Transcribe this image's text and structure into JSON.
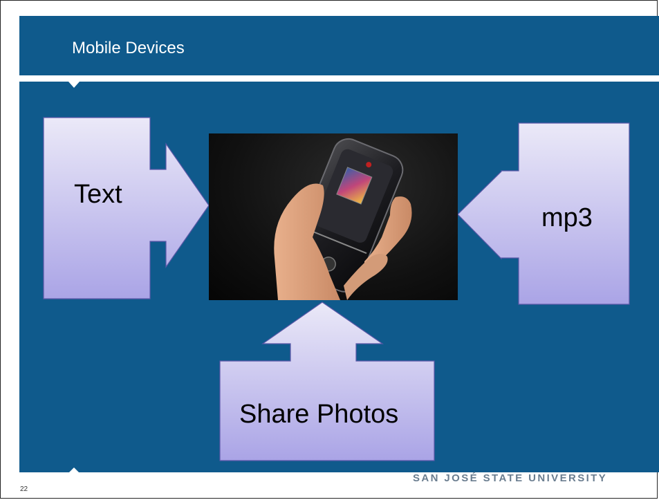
{
  "slide": {
    "title": "Mobile Devices",
    "number": "22",
    "footer_logo": "SAN JOSÉ STATE UNIVERSITY"
  },
  "callouts": {
    "left": "Text",
    "right": "mp3",
    "bottom": "Share Photos"
  },
  "colors": {
    "panel": "#0f5a8c",
    "callout_top": "#ebe9f8",
    "callout_bottom": "#aaa4e6",
    "callout_border": "#5c58a8"
  },
  "image": {
    "subject": "hand-holding-flip-phone"
  }
}
